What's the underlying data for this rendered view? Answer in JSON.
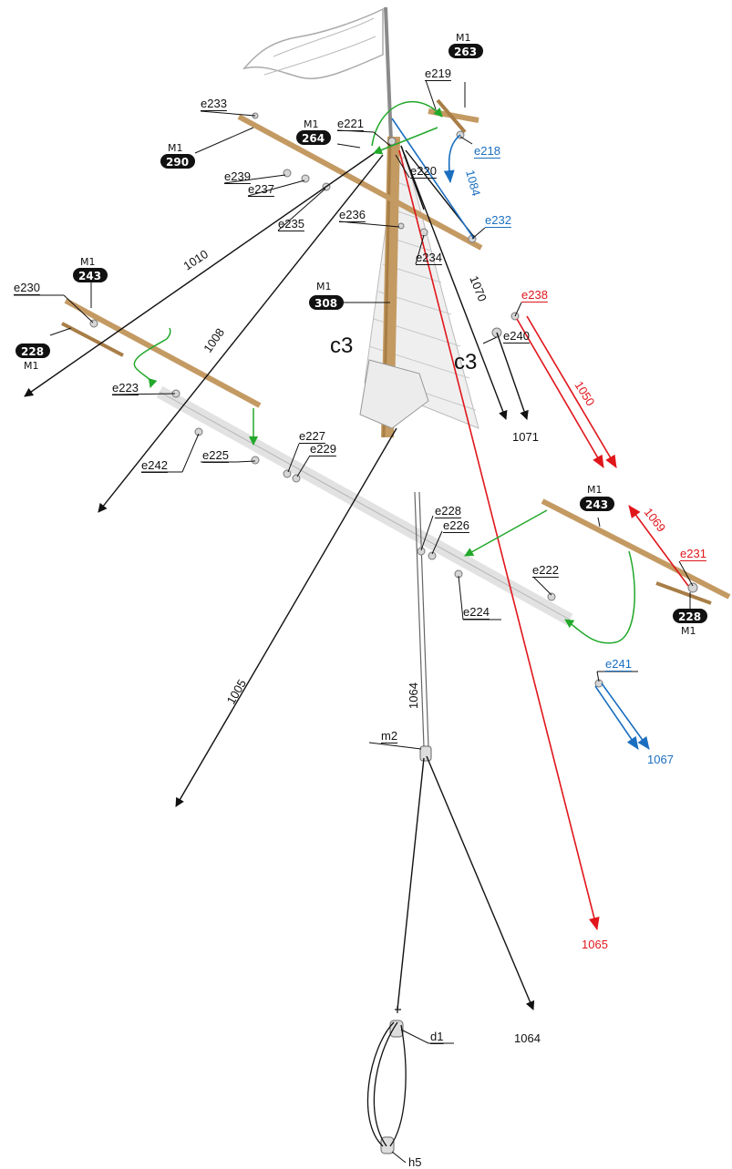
{
  "section_labels": {
    "c3_left": "c3",
    "c3_right": "c3"
  },
  "badges": [
    {
      "id": "b263",
      "m1": "M1",
      "num": "263"
    },
    {
      "id": "b264",
      "m1": "M1",
      "num": "264"
    },
    {
      "id": "b290",
      "m1": "M1",
      "num": "290"
    },
    {
      "id": "b243a",
      "m1": "M1",
      "num": "243"
    },
    {
      "id": "b228a",
      "m1": "M1",
      "num": "228"
    },
    {
      "id": "b308",
      "m1": "M1",
      "num": "308"
    },
    {
      "id": "b243b",
      "m1": "M1",
      "num": "243"
    },
    {
      "id": "b228b",
      "m1": "M1",
      "num": "228"
    }
  ],
  "parts": {
    "e233": "e233",
    "e221": "e221",
    "e219": "e219",
    "e218": "e218",
    "e220": "e220",
    "e239": "e239",
    "e237": "e237",
    "e235": "e235",
    "e236": "e236",
    "e232": "e232",
    "e234": "e234",
    "e230": "e230",
    "e238": "e238",
    "e240": "e240",
    "e223": "e223",
    "e242": "e242",
    "e227": "e227",
    "e229": "e229",
    "e225": "e225",
    "e228": "e228",
    "e226": "e226",
    "e222": "e222",
    "e224": "e224",
    "e231": "e231",
    "e241": "e241",
    "m2": "m2",
    "d1": "d1",
    "h5": "h5"
  },
  "lines": {
    "l1010": "1010",
    "l1008": "1008",
    "l1084": "1084",
    "l1070": "1070",
    "l1050": "1050",
    "l1071": "1071",
    "l1069": "1069",
    "l1005": "1005",
    "l1064a": "1064",
    "l1067": "1067",
    "l1065": "1065",
    "l1064b": "1064"
  },
  "colors": {
    "black": "#111111",
    "red": "#e0161b",
    "blue": "#1a6fc0",
    "green": "#22a82a",
    "wood": "#c49a63",
    "badge": "#111111"
  }
}
